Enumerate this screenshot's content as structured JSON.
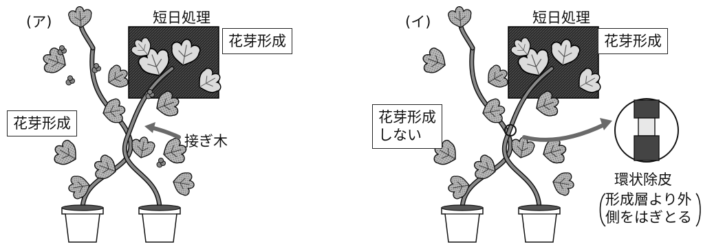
{
  "panel_a": {
    "label": "(ア)",
    "title": "短日処理",
    "box_top": "花芽形成",
    "box_left": "花芽形成",
    "graft_label": "接ぎ木"
  },
  "panel_b": {
    "label": "(イ)",
    "title": "短日処理",
    "box_top": "花芽形成",
    "box_left_line1": "花芽形成",
    "box_left_line2": "しない",
    "ring_label": "環状除皮",
    "ring_note_line1": "形成層より外",
    "ring_note_line2": "側をはぎとる"
  },
  "colors": {
    "ink": "#111111",
    "dark_panel": "#1c1c1c",
    "leaf_fill": "#b9b9b9",
    "arrow": "#6a6a6a"
  }
}
